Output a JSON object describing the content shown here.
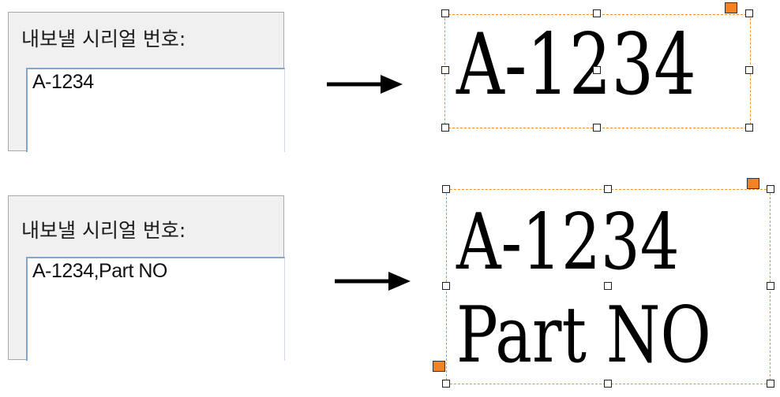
{
  "example1": {
    "field_label": "내보낼 시리얼 번호:",
    "field_value": "A-1234",
    "preview_lines": [
      "A-1234"
    ]
  },
  "example2": {
    "field_label": "내보낼 시리얼 번호:",
    "field_value": "A-1234,Part NO",
    "preview_lines": [
      "A-1234",
      "Part NO"
    ]
  },
  "colors": {
    "selection_border": "#f0912c",
    "flag_handle": "#f58220",
    "input_border": "#7aa7d8"
  },
  "icons": [
    "right-arrow-icon"
  ]
}
